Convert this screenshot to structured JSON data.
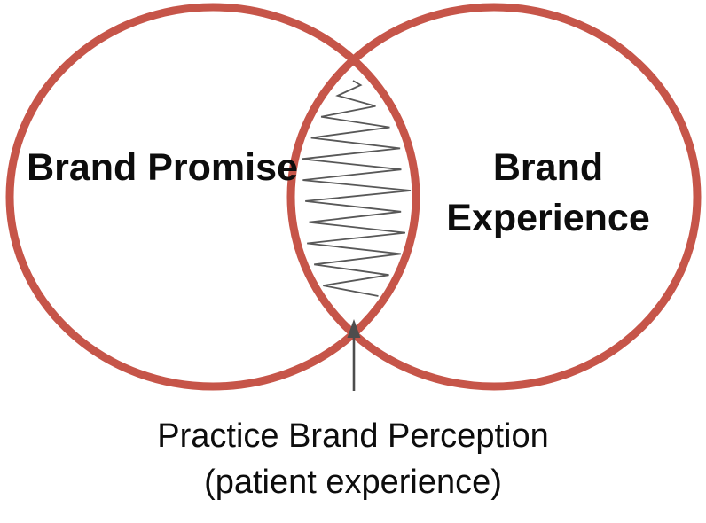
{
  "venn": {
    "left_label": "Brand Promise",
    "right_label": "Brand Experience",
    "caption_line1": "Practice Brand Perception",
    "caption_line2": "(patient experience)"
  },
  "colors": {
    "circle_stroke": "#C65549",
    "zigzag": "#585858",
    "arrow": "#4d4d4d",
    "text": "#0d0d0d",
    "background": "#ffffff"
  }
}
